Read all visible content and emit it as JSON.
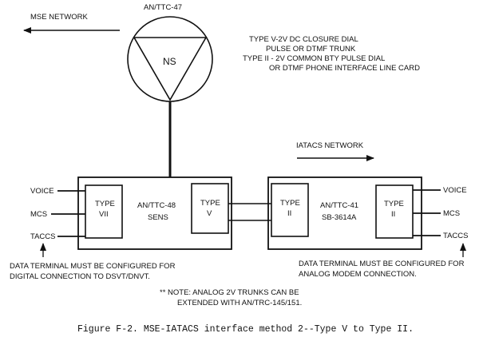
{
  "labels": {
    "mse_network": "MSE NETWORK",
    "an_ttc_47": "AN/TTC-47",
    "ns": "NS",
    "note_type_line1": "TYPE V-2V DC CLOSURE DIAL",
    "note_type_line2": "PULSE OR DTMF TRUNK",
    "note_type_line3": "TYPE II - 2V COMMON BTY PULSE DIAL",
    "note_type_line4": "OR DTMF PHONE INTERFACE LINE CARD",
    "iatacs_network": "IATACS NETWORK"
  },
  "left_unit": {
    "title": "AN/TTC-48",
    "subtitle": "SENS",
    "card_left_line1": "TYPE",
    "card_left_line2": "VII",
    "card_right_line1": "TYPE",
    "card_right_line2": "V"
  },
  "right_unit": {
    "title": "AN/TTC-41",
    "subtitle": "SB-3614A",
    "card_left_line1": "TYPE",
    "card_left_line2": "II",
    "card_right_line1": "TYPE",
    "card_right_line2": "II"
  },
  "left_lines": [
    "VOICE",
    "MCS",
    "TACCS"
  ],
  "right_lines": [
    "VOICE",
    "MCS",
    "TACCS"
  ],
  "notes": {
    "left_line1": "DATA TERMINAL MUST BE CONFIGURED FOR",
    "left_line2": "DIGITAL CONNECTION TO DSVT/DNVT.",
    "right_line1": "DATA TERMINAL MUST BE CONFIGURED FOR",
    "right_line2": "ANALOG MODEM CONNECTION.",
    "bottom_line1": "** NOTE:  ANALOG 2V TRUNKS CAN BE",
    "bottom_line2": "EXTENDED WITH AN/TRC-145/151."
  },
  "caption": "Figure F-2. MSE-IATACS interface method 2--Type V to Type II."
}
